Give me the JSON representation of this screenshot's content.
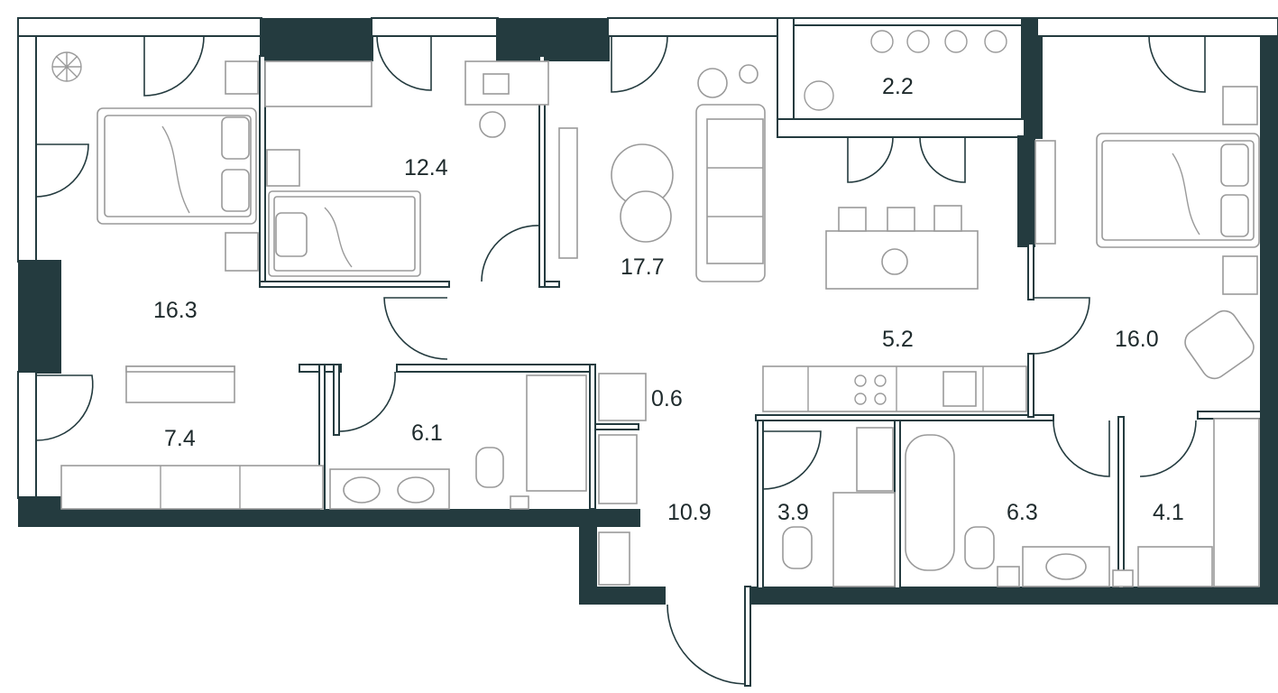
{
  "rooms": [
    {
      "id": "bedroom-left",
      "area": "16.3"
    },
    {
      "id": "bedroom-kids",
      "area": "12.4"
    },
    {
      "id": "living-room",
      "area": "17.7"
    },
    {
      "id": "balcony",
      "area": "2.2"
    },
    {
      "id": "kitchen",
      "area": "5.2"
    },
    {
      "id": "bedroom-right",
      "area": "16.0"
    },
    {
      "id": "dressing-room",
      "area": "7.4"
    },
    {
      "id": "bathroom-left",
      "area": "6.1"
    },
    {
      "id": "laundry",
      "area": "0.6"
    },
    {
      "id": "hallway",
      "area": "10.9"
    },
    {
      "id": "wc",
      "area": "3.9"
    },
    {
      "id": "bathroom-right",
      "area": "6.3"
    },
    {
      "id": "closet-right",
      "area": "4.1"
    }
  ],
  "colors": {
    "wall": "#243b3f",
    "furniture": "#9a9a9a",
    "text": "#1e2a2c"
  }
}
